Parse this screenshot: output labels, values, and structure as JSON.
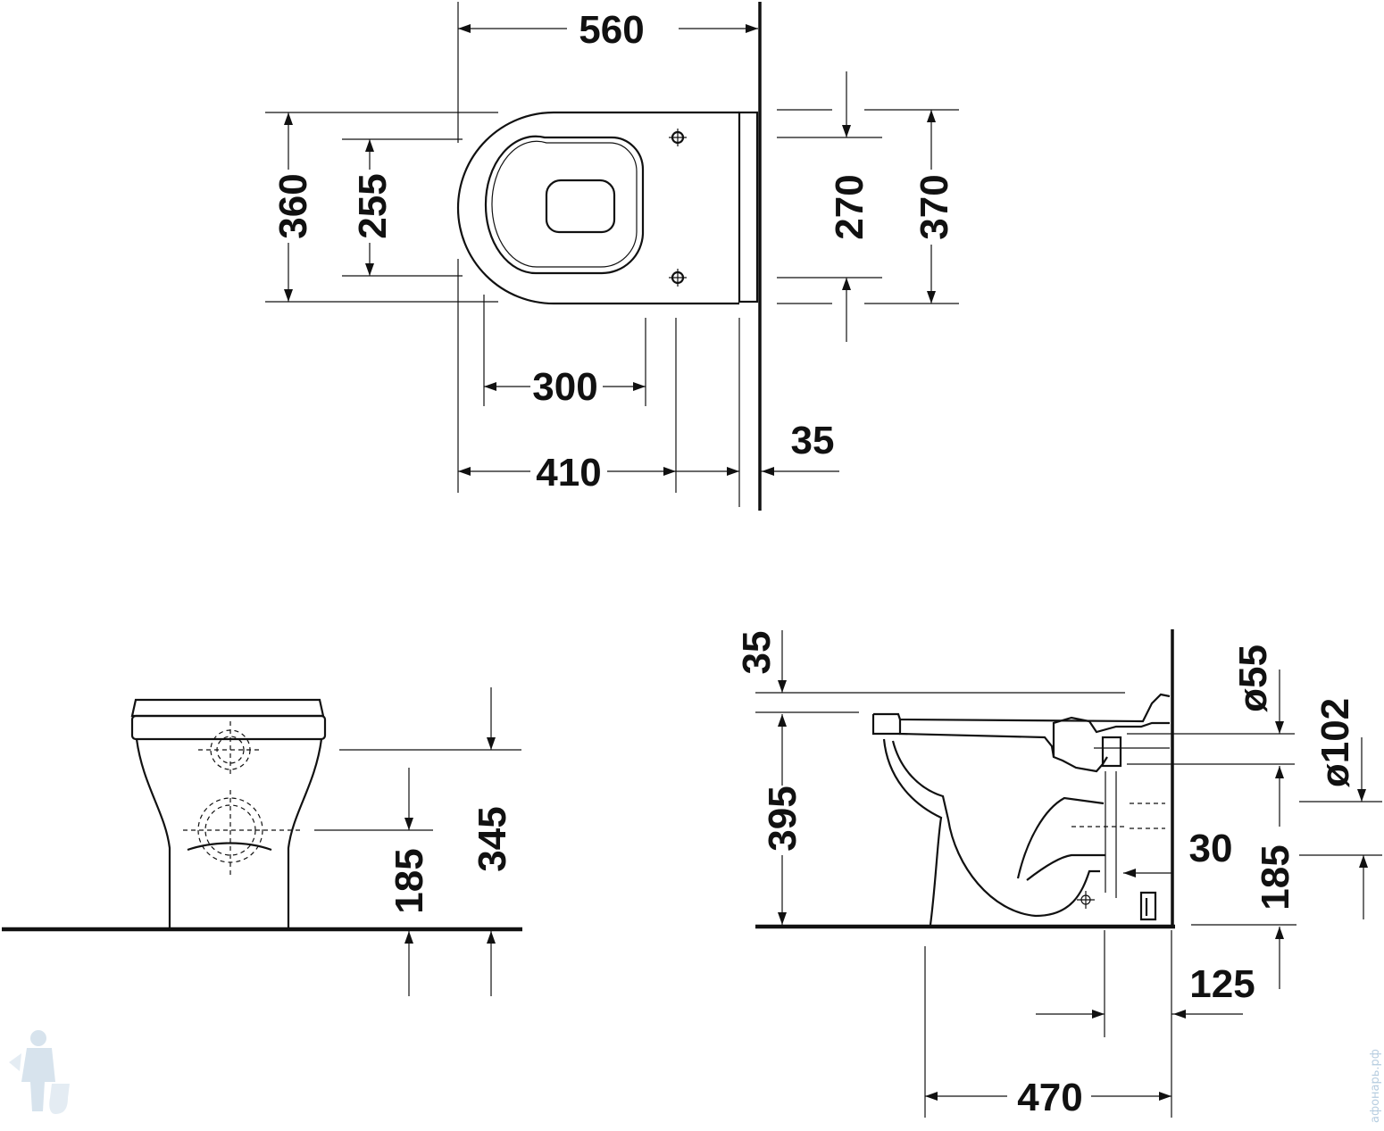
{
  "top_view": {
    "width_overall": "560",
    "depth_overall": "360",
    "seat_depth": "255",
    "bowl_length": "300",
    "fixing_distance": "410",
    "wall_gap": "35",
    "fixing_spacing": "270",
    "depth_at_wall": "370"
  },
  "front_view": {
    "outlet_height": "185",
    "seat_height": "345"
  },
  "side_view": {
    "top_gap": "35",
    "rim_height": "395",
    "inlet_diameter": "ø55",
    "outlet_diameter": "ø102",
    "outlet_offset": "30",
    "outlet_height": "185",
    "wall_to_outlet": "125",
    "overall_length": "470"
  },
  "watermark": {
    "text": "афонарь.рф",
    "logo": "plumber-mascot-icon"
  },
  "colors": {
    "line": "#111111",
    "background": "#ffffff",
    "watermark": "#b7cde0"
  }
}
